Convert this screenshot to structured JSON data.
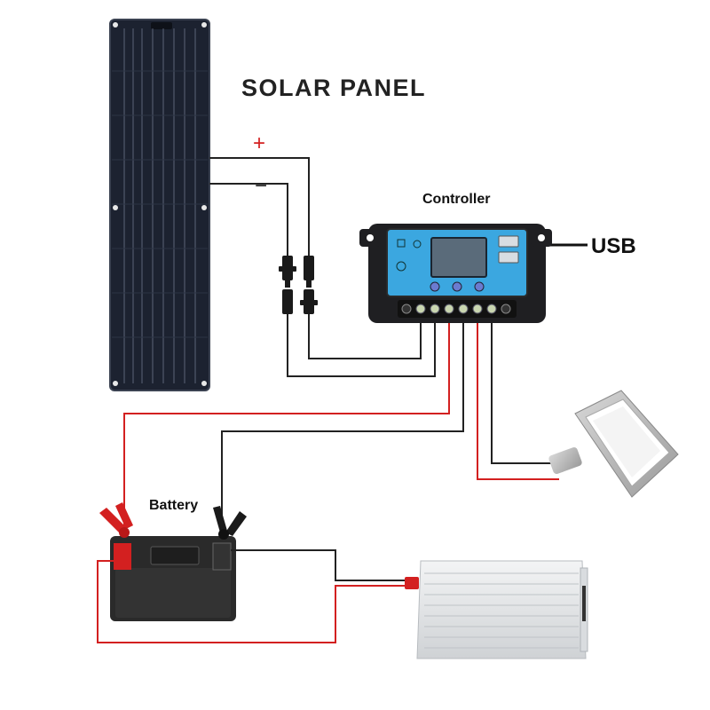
{
  "labels": {
    "title": "SOLAR  PANEL",
    "controller": "Controller",
    "usb": "USB",
    "battery": "Battery",
    "plus": "+",
    "minus": "−"
  },
  "colors": {
    "positive_wire": "#d32020",
    "negative_wire": "#222222",
    "panel": "#1c2230",
    "controller_body": "#1f1f22",
    "controller_screen": "#3ba7e0",
    "inverter": "#e4e6e8"
  }
}
